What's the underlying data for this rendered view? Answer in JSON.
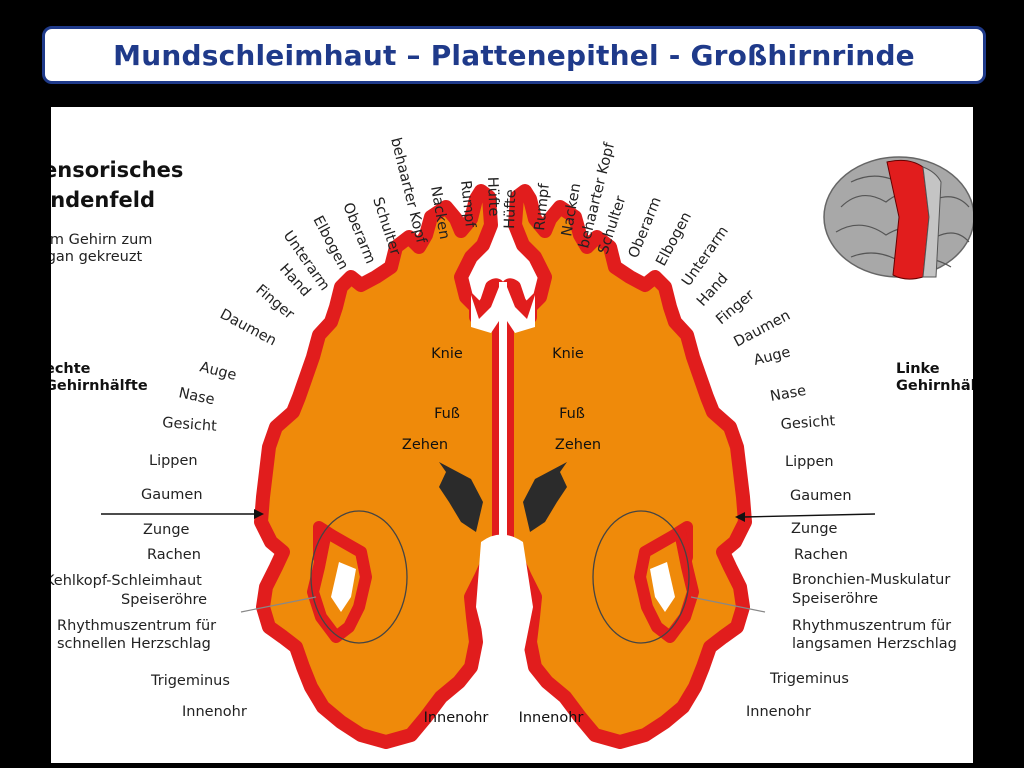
{
  "slide": {
    "title": "Mundschleimhaut – Plattenepithel - Großhirnrinde"
  },
  "figure": {
    "heading_line1": "ensorisches",
    "heading_line2": "indenfeld",
    "subtitle_line1": "om Gehirn zum",
    "subtitle_line2": "rgan gekreuzt",
    "right_hemisphere_line1": "echte",
    "right_hemisphere_line2": "Gehirnhälfte",
    "left_hemisphere_line1": "Linke",
    "left_hemisphere_line2": "Gehirnhälft",
    "arc_left": [
      "Daumen",
      "Finger",
      "Hand",
      "Unterarm",
      "Elbogen",
      "Oberarm",
      "Schulter",
      "behaarter Kopf",
      "Nacken",
      "Rumpf",
      "Hüfte"
    ],
    "arc_right": [
      "Hüfte",
      "Rumpf",
      "Nacken",
      "behaarter Kopf",
      "Schulter",
      "Oberarm",
      "Elbogen",
      "Unterarm",
      "Hand",
      "Finger",
      "Daumen"
    ],
    "side_left": [
      "Auge",
      "Nase",
      "Gesicht",
      "Lippen",
      "Gaumen",
      "Zunge",
      "Rachen",
      "Kehlkopf-Schleimhaut",
      "Speiseröhre",
      "Rhythmuszentrum für",
      "schnellen Herzschlag",
      "Trigeminus",
      "Innenohr"
    ],
    "side_right": [
      "Auge",
      "Nase",
      "Gesicht",
      "Lippen",
      "Gaumen",
      "Zunge",
      "Rachen",
      "Bronchien-Muskulatur",
      "Speiseröhre",
      "Rhythmuszentrum für",
      "langsamen Herzschlag",
      "Trigeminus",
      "Innenohr"
    ],
    "inner_left": [
      "Knie",
      "Fuß",
      "Zehen",
      "Innenohr"
    ],
    "inner_right": [
      "Knie",
      "Fuß",
      "Zehen",
      "Innenohr"
    ]
  },
  "colors": {
    "cortex": "#e11d1d",
    "white_matter": "#ef8a0a",
    "ventricle": "#2b2b2b",
    "title_text": "#1f3a8a"
  }
}
